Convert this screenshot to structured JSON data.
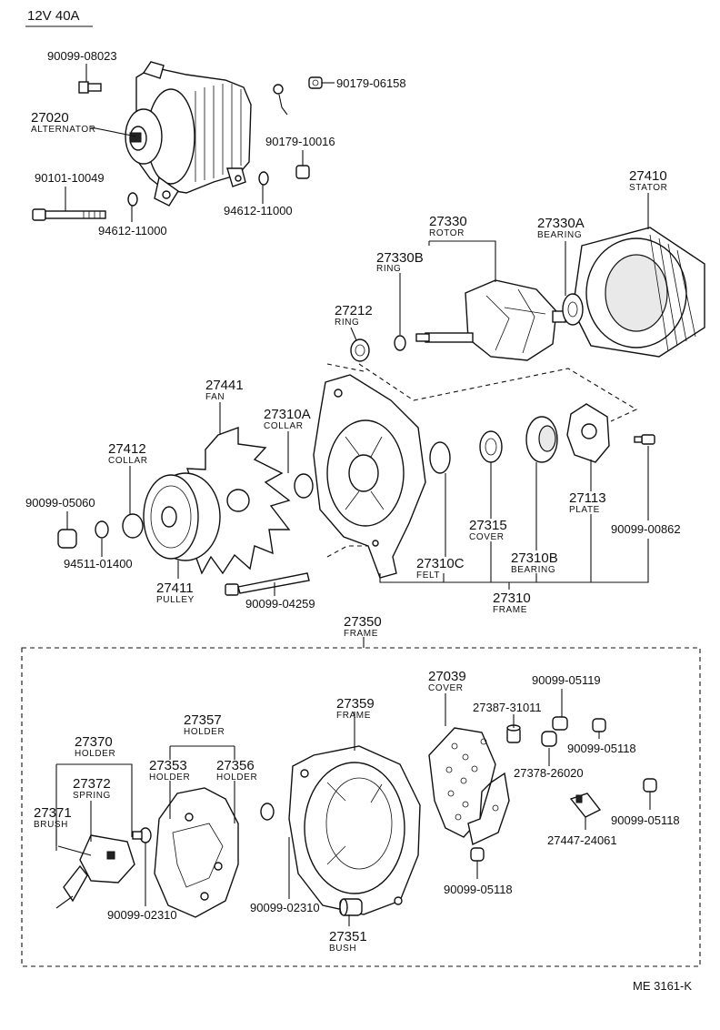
{
  "header": {
    "title": "12V 40A"
  },
  "footer": {
    "code": "ME 3161-K"
  },
  "parts": {
    "p_90099_08023": {
      "no": "90099-08023"
    },
    "p_27020": {
      "no": "27020",
      "name": "ALTERNATOR"
    },
    "p_90101_10049": {
      "no": "90101-10049"
    },
    "p_94612_11000_a": {
      "no": "94612-11000"
    },
    "p_94612_11000_b": {
      "no": "94612-11000"
    },
    "p_90179_06158": {
      "no": "90179-06158"
    },
    "p_90179_10016": {
      "no": "90179-10016"
    },
    "p_27410": {
      "no": "27410",
      "name": "STATOR"
    },
    "p_27330": {
      "no": "27330",
      "name": "ROTOR"
    },
    "p_27330A": {
      "no": "27330A",
      "name": "BEARING"
    },
    "p_27330B": {
      "no": "27330B",
      "name": "RING"
    },
    "p_27212": {
      "no": "27212",
      "name": "RING"
    },
    "p_27441": {
      "no": "27441",
      "name": "FAN"
    },
    "p_27310A": {
      "no": "27310A",
      "name": "COLLAR"
    },
    "p_27412": {
      "no": "27412",
      "name": "COLLAR"
    },
    "p_90099_05060": {
      "no": "90099-05060"
    },
    "p_94511_01400": {
      "no": "94511-01400"
    },
    "p_27411": {
      "no": "27411",
      "name": "PULLEY"
    },
    "p_90099_04259": {
      "no": "90099-04259"
    },
    "p_27315": {
      "no": "27315",
      "name": "COVER"
    },
    "p_27310C": {
      "no": "27310C",
      "name": "FELT"
    },
    "p_27310B": {
      "no": "27310B",
      "name": "BEARING"
    },
    "p_27113": {
      "no": "27113",
      "name": "PLATE"
    },
    "p_90099_00862": {
      "no": "90099-00862"
    },
    "p_27310": {
      "no": "27310",
      "name": "FRAME"
    },
    "p_27350": {
      "no": "27350",
      "name": "FRAME"
    },
    "p_27039": {
      "no": "27039",
      "name": "COVER"
    },
    "p_90099_05119": {
      "no": "90099-05119"
    },
    "p_27387_31011": {
      "no": "27387-31011"
    },
    "p_90099_05118_a": {
      "no": "90099-05118"
    },
    "p_27378_26020": {
      "no": "27378-26020"
    },
    "p_90099_05118_b": {
      "no": "90099-05118"
    },
    "p_27447_24061": {
      "no": "27447-24061"
    },
    "p_90099_05118_c": {
      "no": "90099-05118"
    },
    "p_27359": {
      "no": "27359",
      "name": "FRAME"
    },
    "p_27357": {
      "no": "27357",
      "name": "HOLDER"
    },
    "p_27353": {
      "no": "27353",
      "name": "HOLDER"
    },
    "p_27356": {
      "no": "27356",
      "name": "HOLDER"
    },
    "p_27370": {
      "no": "27370",
      "name": "HOLDER"
    },
    "p_27372": {
      "no": "27372",
      "name": "SPRING"
    },
    "p_27371": {
      "no": "27371",
      "name": "BRUSH"
    },
    "p_90099_02310_a": {
      "no": "90099-02310"
    },
    "p_90099_02310_b": {
      "no": "90099-02310"
    },
    "p_27351": {
      "no": "27351",
      "name": "BUSH"
    }
  }
}
